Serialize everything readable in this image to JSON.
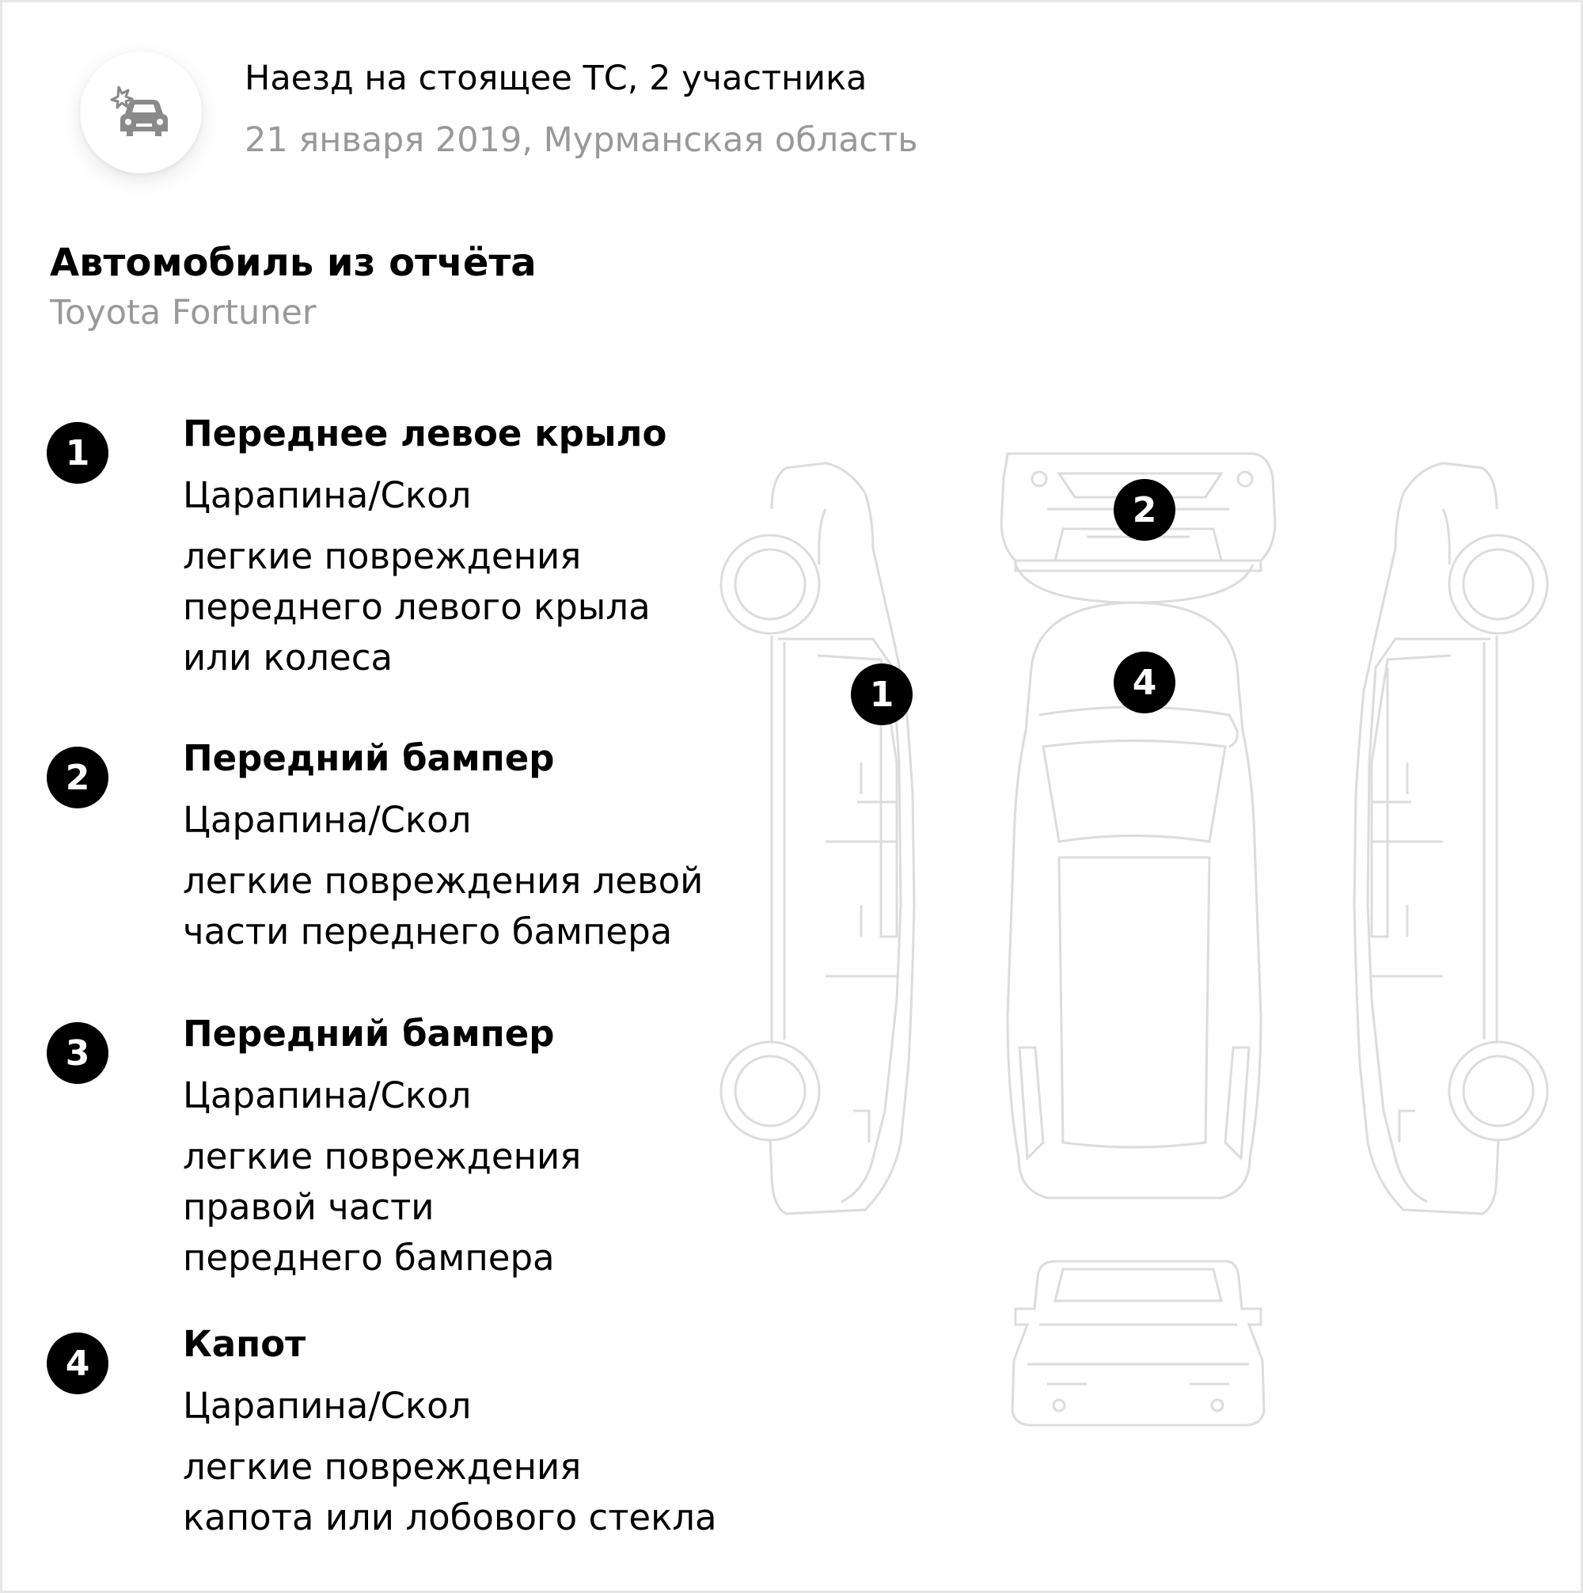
{
  "incident": {
    "icon": "car-crash-icon",
    "title": "Наезд на стоящее ТС, 2 участника",
    "meta": "21 января 2019, Мурманская область"
  },
  "vehicle": {
    "title": "Автомобиль из отчёта",
    "model": "Toyota Fortuner"
  },
  "damages": [
    {
      "number": "1",
      "part": "Переднее левое крыло",
      "type": "Царапина/Скол",
      "description": "легкие повреждения переднего левого крыла или колеса"
    },
    {
      "number": "2",
      "part": "Передний бампер",
      "type": "Царапина/Скол",
      "description": "легкие повреждения левой части переднего бампера"
    },
    {
      "number": "3",
      "part": "Передний бампер",
      "type": "Царапина/Скол",
      "description": "легкие повреждения правой части переднего бампера"
    },
    {
      "number": "4",
      "part": "Капот",
      "type": "Царапина/Скол",
      "description": "легкие повреждения капота или лобового стекла"
    }
  ],
  "diagram_markers": {
    "side_left": "1",
    "front": "2",
    "hood": "4"
  },
  "colors": {
    "badge": "#000000",
    "muted_text": "#999999",
    "outline": "#dddddd"
  }
}
